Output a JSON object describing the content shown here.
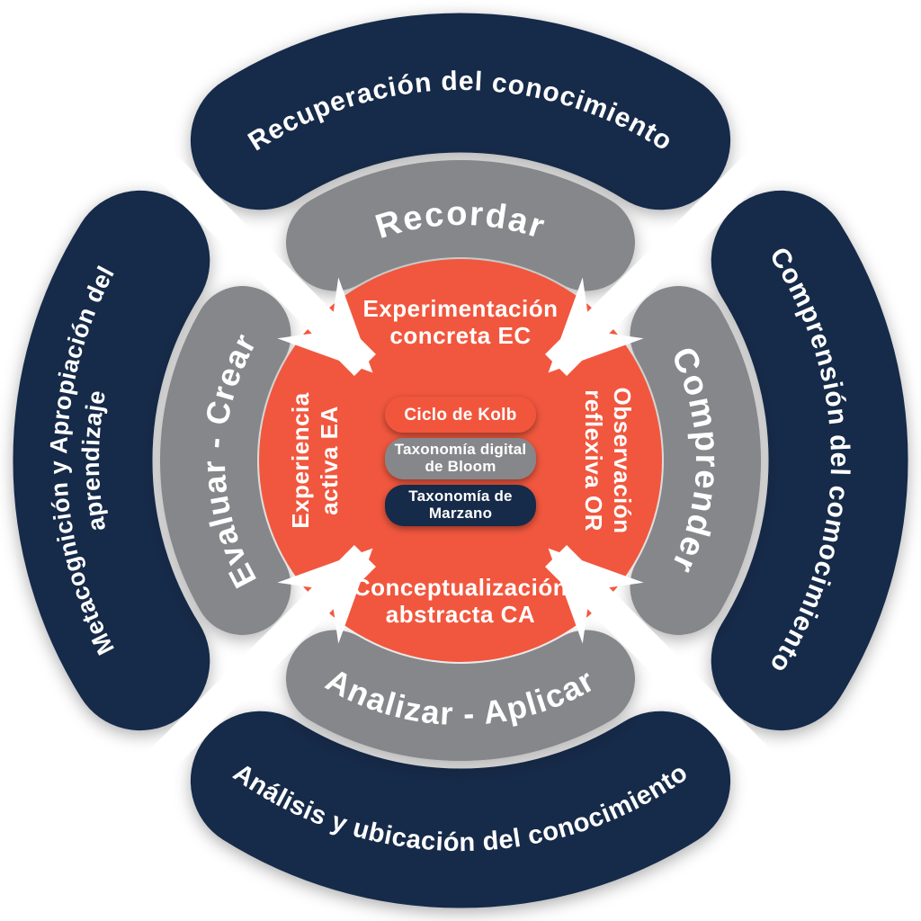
{
  "diagram": {
    "title_semantic": "Kolb cycle / Bloom digital taxonomy / Marzano taxonomy concentric diagram",
    "outer_ring": {
      "top": "Recuperación del conocimiento",
      "right": "Comprensión del comocimiento",
      "bottom": "Análisis y ubicación del conocimiento",
      "left_line1": "Metacognición y Apropiación del",
      "left_line2": "aprendizaje"
    },
    "middle_ring": {
      "top": "Recordar",
      "right": "Comprender",
      "bottom": "Analizar - Aplicar",
      "left": "Evaluar - Crear"
    },
    "inner_ring": {
      "top_line1": "Experimentación",
      "top_line2": "concreta EC",
      "right_line1": "Observación",
      "right_line2": "reflexiva OR",
      "bottom_line1": "Conceptualización",
      "bottom_line2": "abstracta CA",
      "left_line1": "Experiencia",
      "left_line2": "activa EA"
    },
    "legend": {
      "kolb": "Ciclo de Kolb",
      "bloom_line1": "Taxonomía digital",
      "bloom_line2": "de Bloom",
      "marzano_line1": "Taxonomía de",
      "marzano_line2": "Marzano"
    },
    "colors": {
      "navy": "#12294A",
      "gray": "#85878A",
      "orange": "#F1573E",
      "white": "#FFFFFF"
    }
  }
}
